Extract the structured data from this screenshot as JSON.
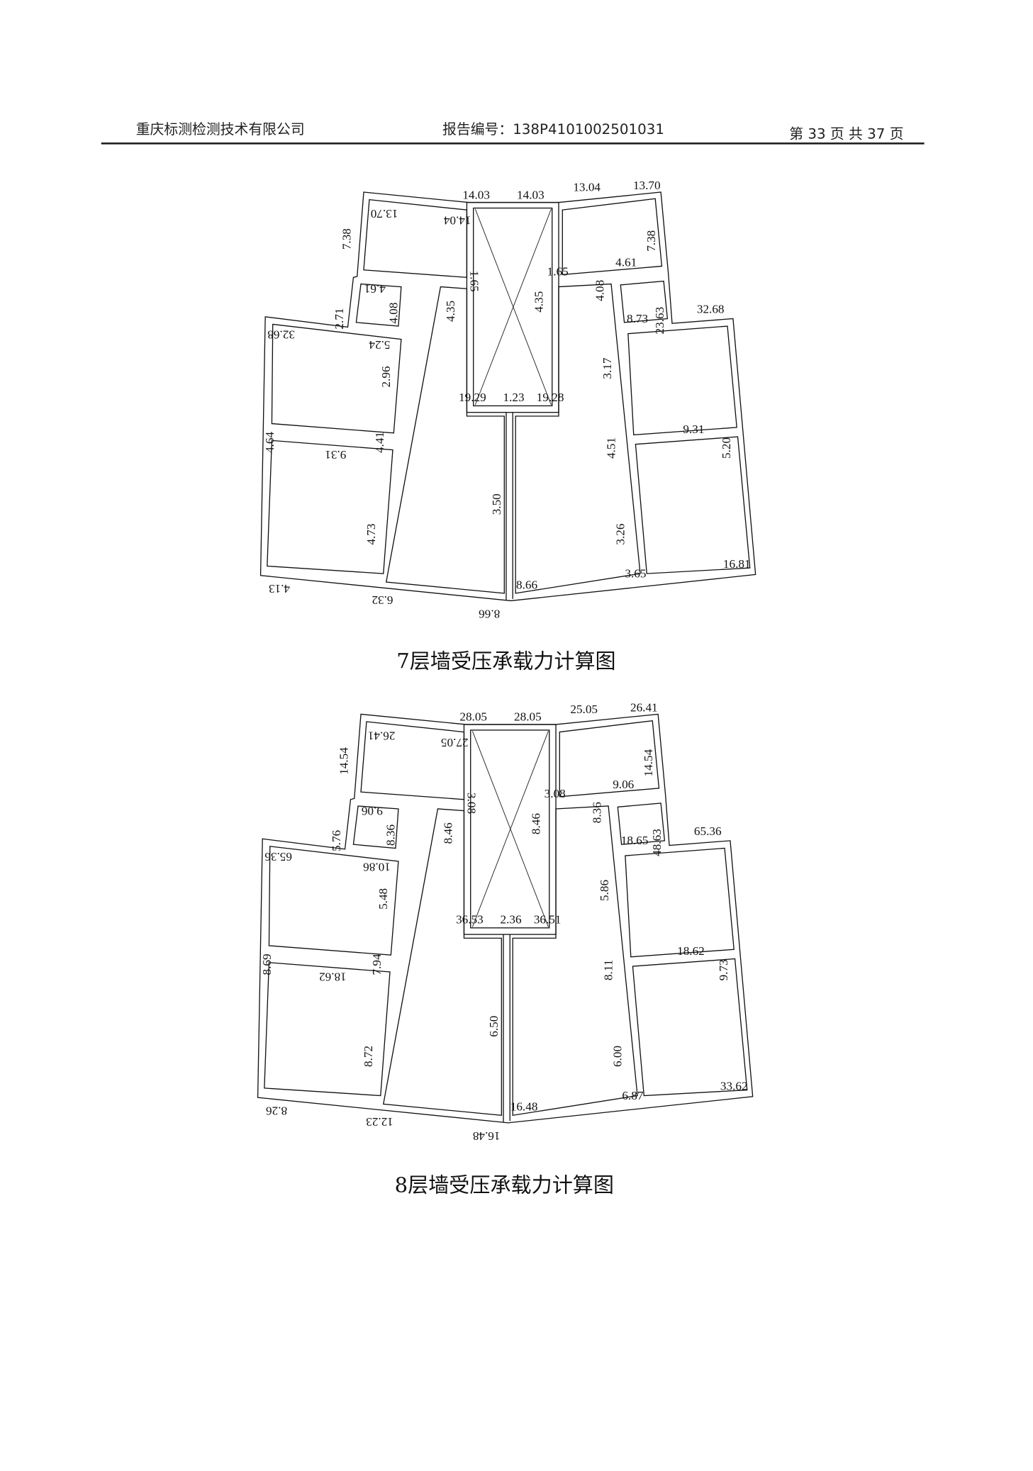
{
  "header": {
    "company": "重庆标测检测技术有限公司",
    "report_no": "报告编号：138P4101002501031",
    "page_info": "第 33 页 共 37 页"
  },
  "plans": [
    {
      "caption": "7层墙受压承载力计算图",
      "labels": [
        "14.03",
        "14.03",
        "13.04",
        "13.70",
        "13.70",
        "14.04",
        "7.38",
        "7.38",
        "4.61",
        "1.65",
        "4.08",
        "4.61",
        "4.08",
        "4.35",
        "1.65",
        "4.35",
        "2.71",
        "8.73",
        "23.63",
        "32.68",
        "32.68",
        "5.24",
        "2.96",
        "3.17",
        "19.29",
        "1.23",
        "19.28",
        "9.31",
        "4.64",
        "9.31",
        "4.41",
        "4.51",
        "5.20",
        "3.50",
        "4.73",
        "3.26",
        "8.66",
        "3.65",
        "16.81",
        "4.13",
        "6.32",
        "8.66"
      ]
    },
    {
      "caption": "8层墙受压承载力计算图",
      "labels": [
        "28.05",
        "28.05",
        "25.05",
        "26.41",
        "26.41",
        "27.05",
        "14.54",
        "14.54",
        "9.06",
        "3.08",
        "8.36",
        "9.06",
        "8.36",
        "8.46",
        "3.08",
        "8.46",
        "5.76",
        "18.65",
        "48.63",
        "65.36",
        "65.36",
        "10.86",
        "5.48",
        "5.86",
        "36.53",
        "2.36",
        "36.51",
        "18.62",
        "8.69",
        "18.62",
        "7.94",
        "8.11",
        "9.73",
        "6.50",
        "8.72",
        "6.00",
        "16.48",
        "6.87",
        "33.62",
        "8.26",
        "12.23",
        "16.48"
      ]
    }
  ]
}
